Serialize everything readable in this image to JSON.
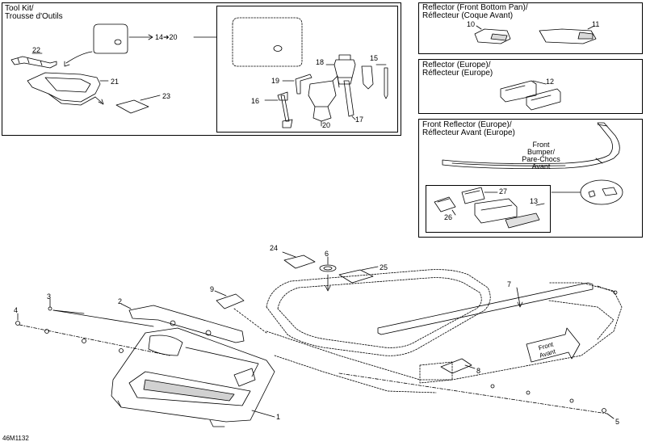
{
  "toolkit": {
    "title_line1": "Tool Kit/",
    "title_line2": "Trousse d'Outils",
    "callouts": {
      "c22": "22",
      "c21": "21",
      "c23": "23",
      "c14_20": "14➔20",
      "c18": "18",
      "c15": "15",
      "c19": "19",
      "c16": "16",
      "c17": "17",
      "c20": "20"
    }
  },
  "reflector_front_pan": {
    "title_line1": "Reflector (Front Bottom Pan)/",
    "title_line2": "Réflecteur (Coque Avant)",
    "callouts": {
      "c10": "10",
      "c11": "11"
    }
  },
  "reflector_europe": {
    "title_line1": "Reflector (Europe)/",
    "title_line2": "Réflecteur (Europe)",
    "callouts": {
      "c12": "12"
    }
  },
  "front_reflector_europe": {
    "title_line1": "Front Reflector (Europe)/",
    "title_line2": "Réflecteur Avant (Europe)",
    "bumper_label": [
      "Front",
      "Bumper/",
      "Pare-Chocs",
      "Avant"
    ],
    "callouts": {
      "c27": "27",
      "c13": "13",
      "c26": "26"
    }
  },
  "main": {
    "callouts": {
      "c24": "24",
      "c6": "6",
      "c25": "25",
      "c9": "9",
      "c7": "7",
      "c3": "3",
      "c2": "2",
      "c4": "4",
      "c8": "8",
      "c1": "1",
      "c5": "5"
    },
    "arrow_label_line1": "Front",
    "arrow_label_line2": "Avant"
  },
  "drawing_code": "46M1132"
}
